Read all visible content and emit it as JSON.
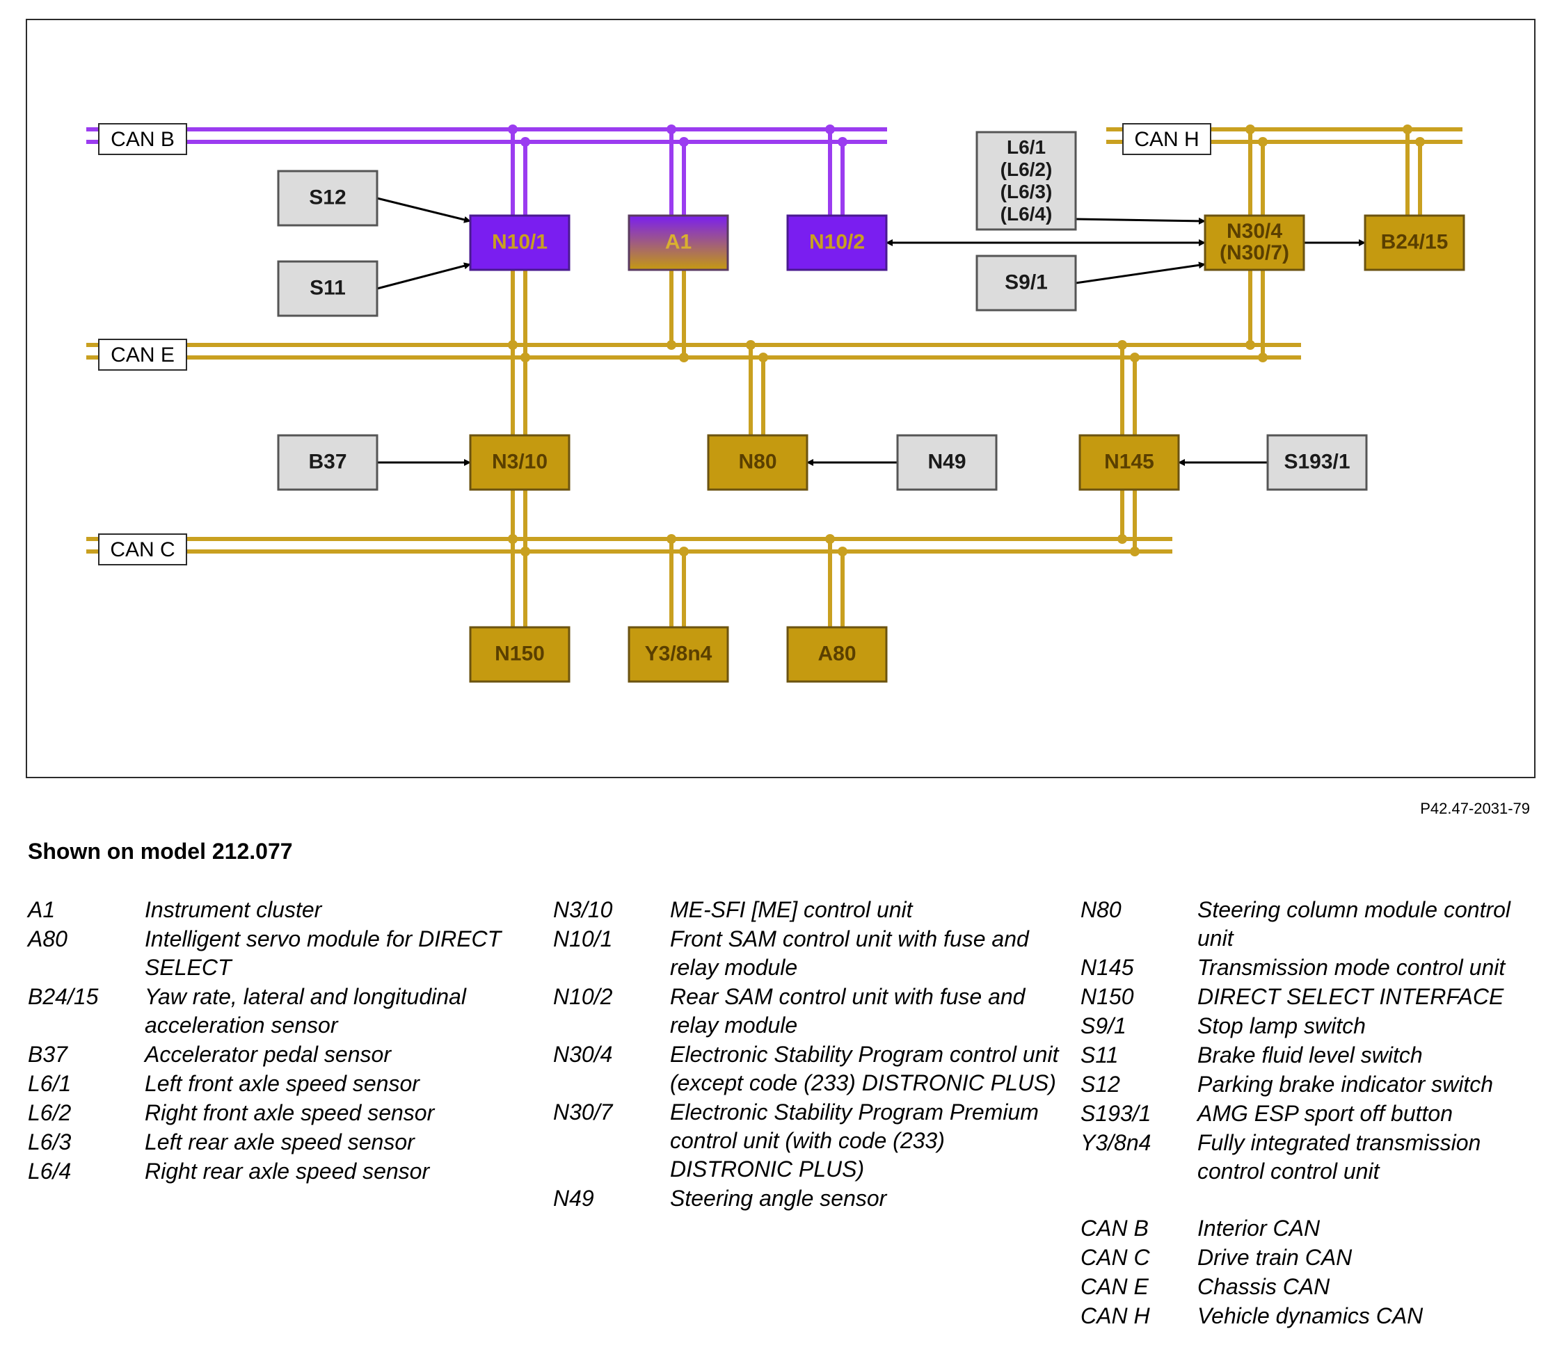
{
  "colors": {
    "interior_can": "#9b3cf0",
    "can_bus": "#c9a020",
    "module_gold": "#c59a10",
    "module_purple": "#7a1ef0",
    "sensor_gray": "#dcdcdc",
    "frame": "#2b2b2b"
  },
  "diagram": {
    "buses": [
      {
        "id": "CANB",
        "label": "CAN B"
      },
      {
        "id": "CANE",
        "label": "CAN E"
      },
      {
        "id": "CANC",
        "label": "CAN C"
      },
      {
        "id": "CANH",
        "label": "CAN H"
      }
    ],
    "modules": [
      {
        "id": "S12",
        "label": "S12",
        "kind": "sensor"
      },
      {
        "id": "S11",
        "label": "S11",
        "kind": "sensor"
      },
      {
        "id": "N10_1",
        "label": "N10/1",
        "kind": "purple"
      },
      {
        "id": "A1",
        "label": "A1",
        "kind": "mixed"
      },
      {
        "id": "N10_2",
        "label": "N10/2",
        "kind": "purple"
      },
      {
        "id": "L6",
        "label": [
          "L6/1",
          "(L6/2)",
          "(L6/3)",
          "(L6/4)"
        ],
        "kind": "sensor"
      },
      {
        "id": "S9_1",
        "label": "S9/1",
        "kind": "sensor"
      },
      {
        "id": "N30_4",
        "label": [
          "N30/4",
          "(N30/7)"
        ],
        "kind": "gold"
      },
      {
        "id": "B24_15",
        "label": "B24/15",
        "kind": "gold"
      },
      {
        "id": "B37",
        "label": "B37",
        "kind": "sensor"
      },
      {
        "id": "N3_10",
        "label": "N3/10",
        "kind": "gold"
      },
      {
        "id": "N80",
        "label": "N80",
        "kind": "gold"
      },
      {
        "id": "N49",
        "label": "N49",
        "kind": "sensor"
      },
      {
        "id": "N145",
        "label": "N145",
        "kind": "gold"
      },
      {
        "id": "S193_1",
        "label": "S193/1",
        "kind": "sensor"
      },
      {
        "id": "N150",
        "label": "N150",
        "kind": "gold"
      },
      {
        "id": "Y3_8n4",
        "label": "Y3/8n4",
        "kind": "gold"
      },
      {
        "id": "A80",
        "label": "A80",
        "kind": "gold"
      }
    ],
    "signals": [
      {
        "from": "S12",
        "to": "N10_1"
      },
      {
        "from": "S11",
        "to": "N10_1"
      },
      {
        "from": "L6",
        "to": "N30_4"
      },
      {
        "from": "S9_1",
        "to": "N30_4"
      },
      {
        "from": "N30_4",
        "to": "B24_15"
      },
      {
        "from": "N30_4",
        "to": "N10_2"
      },
      {
        "from": "B37",
        "to": "N3_10"
      },
      {
        "from": "N49",
        "to": "N80"
      },
      {
        "from": "S193_1",
        "to": "N145"
      }
    ],
    "bus_connections": [
      {
        "module": "N10_1",
        "buses": [
          "CANB",
          "CANE",
          "CANC"
        ]
      },
      {
        "module": "A1",
        "buses": [
          "CANB",
          "CANE"
        ]
      },
      {
        "module": "N10_2",
        "buses": [
          "CANB"
        ]
      },
      {
        "module": "N30_4",
        "buses": [
          "CANH",
          "CANE"
        ]
      },
      {
        "module": "B24_15",
        "buses": [
          "CANH"
        ]
      },
      {
        "module": "N3_10",
        "buses": [
          "CANE",
          "CANC"
        ]
      },
      {
        "module": "N80",
        "buses": [
          "CANE"
        ]
      },
      {
        "module": "N145",
        "buses": [
          "CANE",
          "CANC"
        ]
      },
      {
        "module": "N150",
        "buses": [
          "CANC"
        ]
      },
      {
        "module": "Y3_8n4",
        "buses": [
          "CANC"
        ]
      },
      {
        "module": "A80",
        "buses": [
          "CANC"
        ]
      }
    ]
  },
  "figure_ref": "P42.47-2031-79",
  "caption": "Shown on model 212.077",
  "legend": [
    [
      {
        "code": "A1",
        "desc": "Instrument cluster"
      },
      {
        "code": "A80",
        "desc": "Intelligent servo module for DIRECT SELECT"
      },
      {
        "code": "B24/15",
        "desc": "Yaw rate, lateral and longitudinal acceleration sensor"
      },
      {
        "code": "B37",
        "desc": "Accelerator pedal sensor"
      },
      {
        "code": "L6/1",
        "desc": "Left front axle speed sensor"
      },
      {
        "code": "L6/2",
        "desc": "Right front axle speed sensor"
      },
      {
        "code": "L6/3",
        "desc": "Left rear axle speed sensor"
      },
      {
        "code": "L6/4",
        "desc": "Right rear axle speed sensor"
      }
    ],
    [
      {
        "code": "N3/10",
        "desc": "ME-SFI [ME] control unit"
      },
      {
        "code": "N10/1",
        "desc": "Front SAM control unit with fuse and relay module"
      },
      {
        "code": "N10/2",
        "desc": "Rear SAM control unit with fuse and relay module"
      },
      {
        "code": "N30/4",
        "desc": "Electronic Stability Program control unit (except code (233) DISTRONIC PLUS)"
      },
      {
        "code": "N30/7",
        "desc": "Electronic Stability Program Premium control unit (with code (233) DISTRONIC PLUS)"
      },
      {
        "code": "N49",
        "desc": "Steering angle sensor"
      }
    ],
    [
      {
        "code": "N80",
        "desc": "Steering column module control unit"
      },
      {
        "code": "N145",
        "desc": "Transmission mode control unit"
      },
      {
        "code": "N150",
        "desc": "DIRECT SELECT INTERFACE"
      },
      {
        "code": "S9/1",
        "desc": "Stop lamp switch"
      },
      {
        "code": "S11",
        "desc": "Brake fluid level switch"
      },
      {
        "code": "S12",
        "desc": "Parking brake indicator switch"
      },
      {
        "code": "S193/1",
        "desc": "AMG ESP sport off button"
      },
      {
        "code": "Y3/8n4",
        "desc": "Fully integrated transmission control control unit"
      },
      {
        "code": "CAN B",
        "desc": "Interior CAN"
      },
      {
        "code": "CAN C",
        "desc": "Drive train CAN"
      },
      {
        "code": "CAN E",
        "desc": "Chassis CAN"
      },
      {
        "code": "CAN H",
        "desc": "Vehicle dynamics CAN"
      }
    ]
  ]
}
